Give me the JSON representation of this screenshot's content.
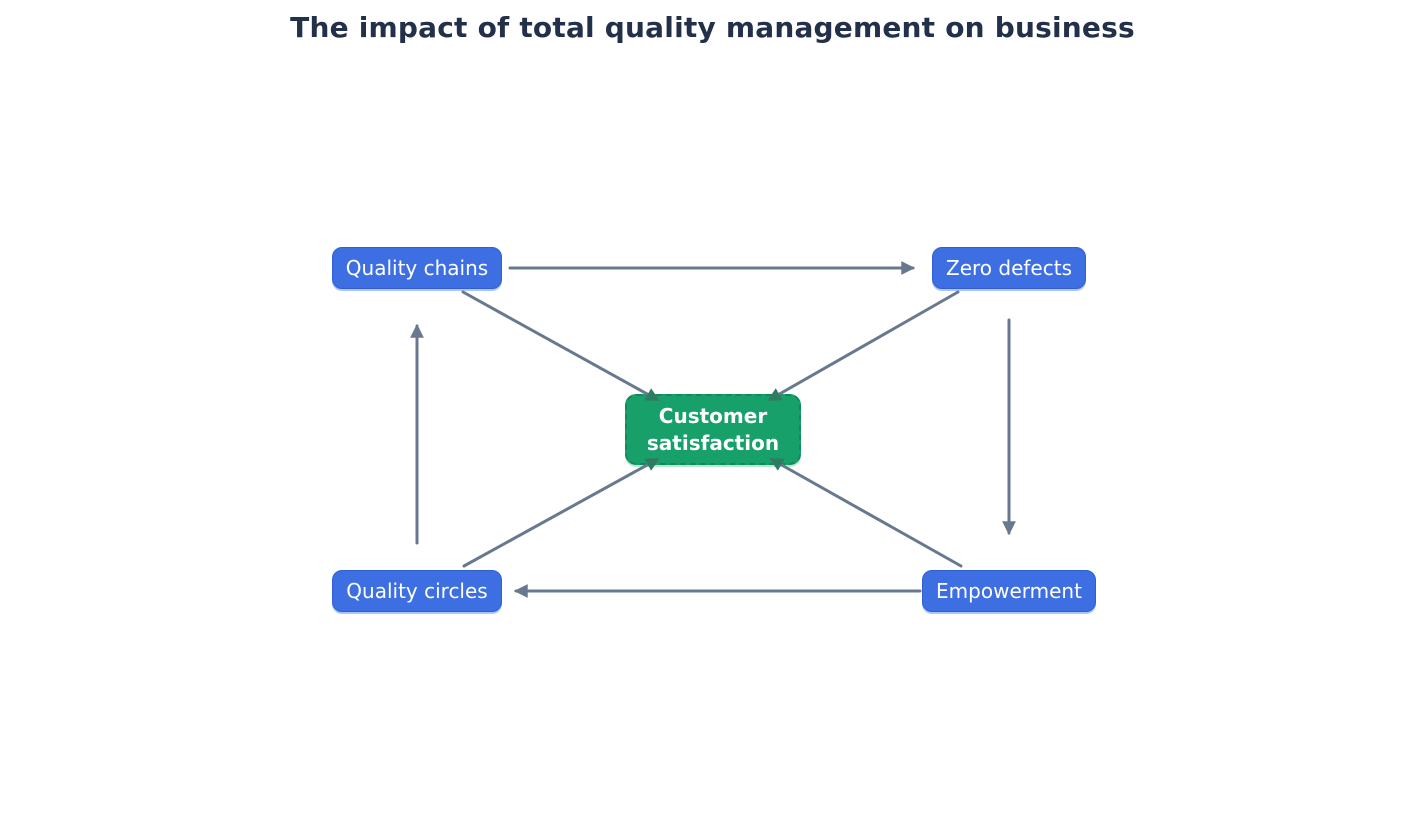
{
  "title": "The impact of total quality management on business",
  "colors": {
    "title_text": "#22304a",
    "node_blue": "#3d6fe3",
    "blue_border": "#2f5fd3",
    "node_green": "#17a06a",
    "green_border": "#118a59",
    "node_text": "#ffffff",
    "edge": "#68798f",
    "arrowhead_on_green": "#2e7d63"
  },
  "nodes": {
    "quality_chains": {
      "label": "Quality chains"
    },
    "zero_defects": {
      "label": "Zero defects"
    },
    "customer_satisfaction": {
      "label": "Customer satisfaction"
    },
    "quality_circles": {
      "label": "Quality circles"
    },
    "empowerment": {
      "label": "Empowerment"
    }
  },
  "edges": [
    {
      "from": "Quality chains",
      "to": "Zero defects"
    },
    {
      "from": "Zero defects",
      "to": "Empowerment"
    },
    {
      "from": "Empowerment",
      "to": "Quality circles"
    },
    {
      "from": "Quality circles",
      "to": "Quality chains"
    },
    {
      "from": "Quality chains",
      "to": "Customer satisfaction"
    },
    {
      "from": "Zero defects",
      "to": "Customer satisfaction"
    },
    {
      "from": "Quality circles",
      "to": "Customer satisfaction"
    },
    {
      "from": "Empowerment",
      "to": "Customer satisfaction"
    }
  ]
}
